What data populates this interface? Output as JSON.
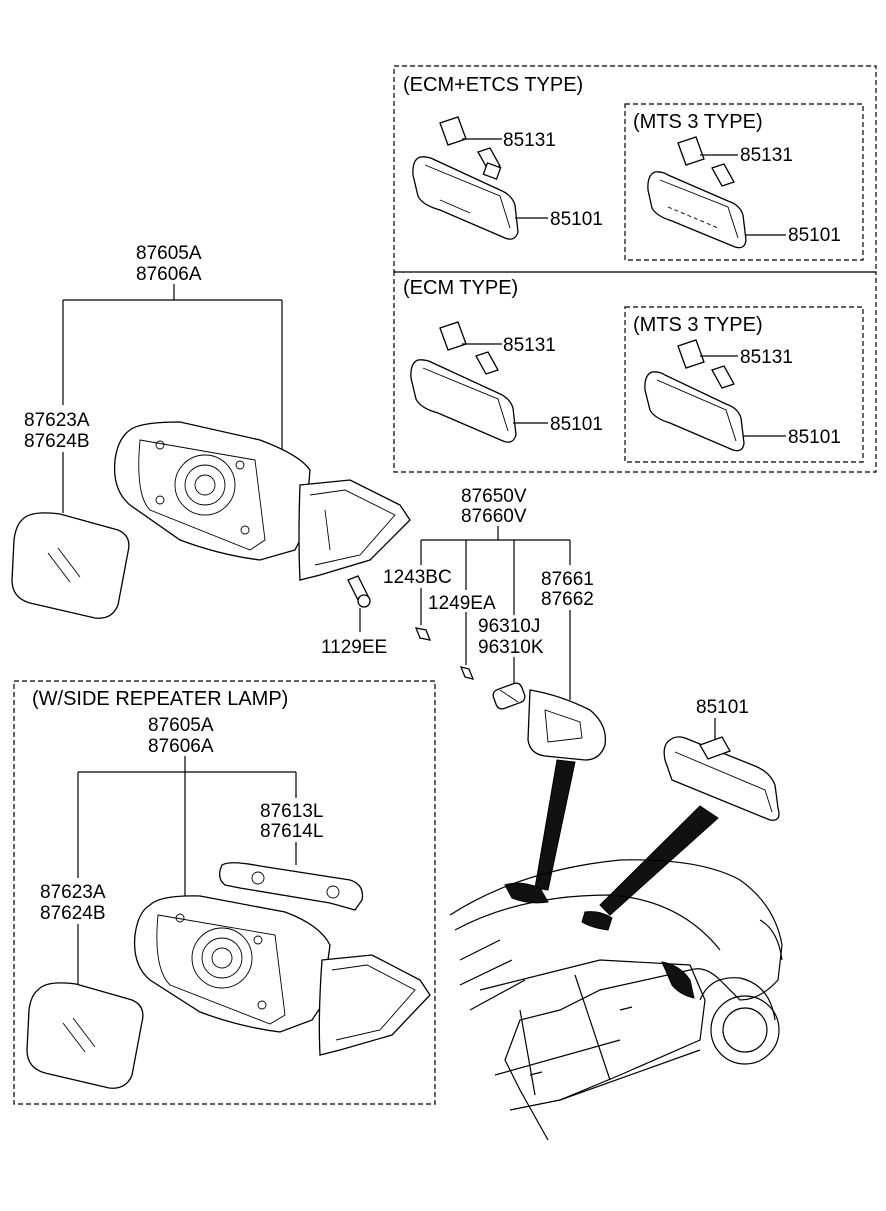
{
  "boxes": {
    "ecm_etcs": {
      "title": "(ECM+ETCS TYPE)"
    },
    "ecm_etcs_mts": {
      "title": "(MTS 3 TYPE)"
    },
    "ecm": {
      "title": "(ECM TYPE)"
    },
    "ecm_mts": {
      "title": "(MTS 3 TYPE)"
    },
    "side_repeater": {
      "title": "(W/SIDE REPEATER LAMP)"
    }
  },
  "labels": {
    "a_85131": "85131",
    "a_85101": "85101",
    "b_85131": "85131",
    "b_85101": "85101",
    "c_85131": "85131",
    "c_85101": "85101",
    "d_85131": "85131",
    "d_85101": "85101",
    "m_87605A": "87605A",
    "m_87606A": "87606A",
    "m_87623A": "87623A",
    "m_87624B": "87624B",
    "p_87650V": "87650V",
    "p_87660V": "87660V",
    "p_1243BC": "1243BC",
    "p_1249EA": "1249EA",
    "p_96310J": "96310J",
    "p_96310K": "96310K",
    "p_87661": "87661",
    "p_87662": "87662",
    "p_1129EE": "1129EE",
    "car_85101": "85101",
    "r_87605A": "87605A",
    "r_87606A": "87606A",
    "r_87613L": "87613L",
    "r_87614L": "87614L",
    "r_87623A": "87623A",
    "r_87624B": "87624B"
  }
}
